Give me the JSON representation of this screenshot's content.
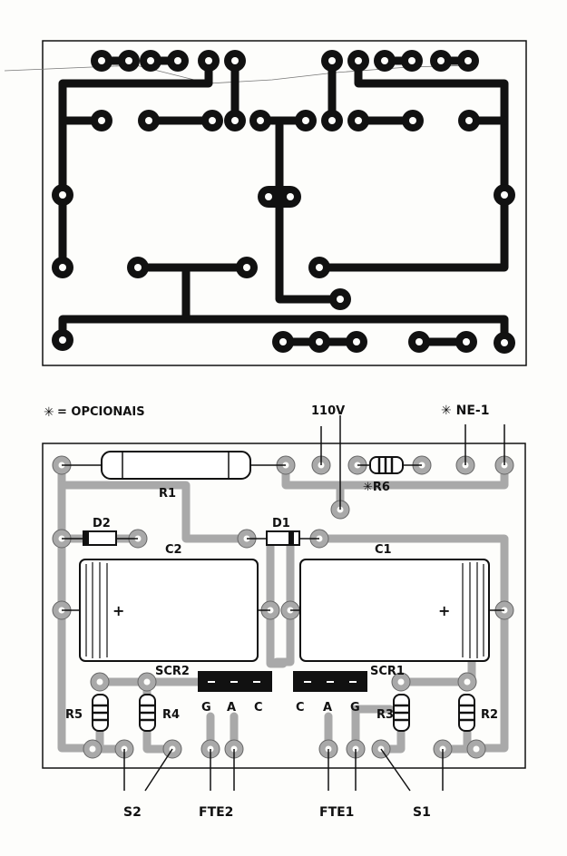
{
  "legend": {
    "asterisk": "✳",
    "text": "= OPCIONAIS"
  },
  "labels": {
    "v110": "110V",
    "ne": "✳ NE-1",
    "r1": "R1",
    "r6": "✳R6",
    "d1": "D1",
    "d2": "D2",
    "c1": "C1",
    "c2": "C2",
    "plus": "+",
    "scr1": "SCR1",
    "scr2": "SCR2",
    "r2": "R2",
    "r3": "R3",
    "r4": "R4",
    "r5": "R5",
    "pins_scr2": [
      "G",
      "A",
      "C"
    ],
    "pins_scr1": [
      "C",
      "A",
      "G"
    ],
    "s1": "S1",
    "s2": "S2",
    "fte1": "FTE1",
    "fte2": "FTE2"
  },
  "colors": {
    "ink": "#111111",
    "copper": "#a9a9a9",
    "paper": "#fdfdfb"
  }
}
